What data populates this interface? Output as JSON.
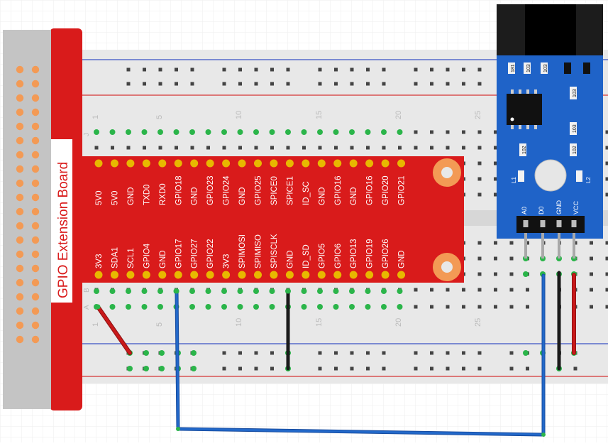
{
  "extension_board": {
    "label": "GPIO Extension Board",
    "top_pins": [
      "5V0",
      "5V0",
      "GND",
      "TXD0",
      "RXD0",
      "GPIO18",
      "GND",
      "GPIO23",
      "GPIO24",
      "GND",
      "GPIO25",
      "SPICE0",
      "SPICE1",
      "ID_SC",
      "GND",
      "GPIO16",
      "GND",
      "GPIO16",
      "GPIO20",
      "GPIO21"
    ],
    "bottom_pins": [
      "3V3",
      "SDA1",
      "SCL1",
      "GPIO4",
      "GND",
      "GPIO17",
      "GPIO27",
      "GPIO22",
      "3V3",
      "SPIMOSI",
      "SPIMISO",
      "SPISCLK",
      "GND",
      "ID_SD",
      "GPIO5",
      "GPIO6",
      "GPIO13",
      "GPIO19",
      "GPIO26",
      "GND"
    ]
  },
  "breadboard": {
    "column_numbers": [
      "1",
      "5",
      "10",
      "15",
      "20",
      "25"
    ],
    "row_letters_top": [
      "J"
    ],
    "row_letters_bottom": [
      "B",
      "A"
    ]
  },
  "sensor_module": {
    "pin_labels": [
      "A0",
      "D0",
      "GND",
      "VCC"
    ],
    "component_labels": [
      "181",
      "103",
      "103",
      "103",
      "103",
      "102",
      "102",
      "L1",
      "L2"
    ]
  },
  "colors": {
    "board_red": "#d91b1b",
    "header_gray": "#c4c4c4",
    "breadboard": "#eaeaea",
    "module_blue": "#1f63c8",
    "wire_blue": "#2268c9",
    "wire_black": "#1a1a1a",
    "wire_red": "#c9191a",
    "mounting_hole": "#f39a55",
    "pin_gold": "#e8b800",
    "hole_green": "#2bb54a"
  }
}
